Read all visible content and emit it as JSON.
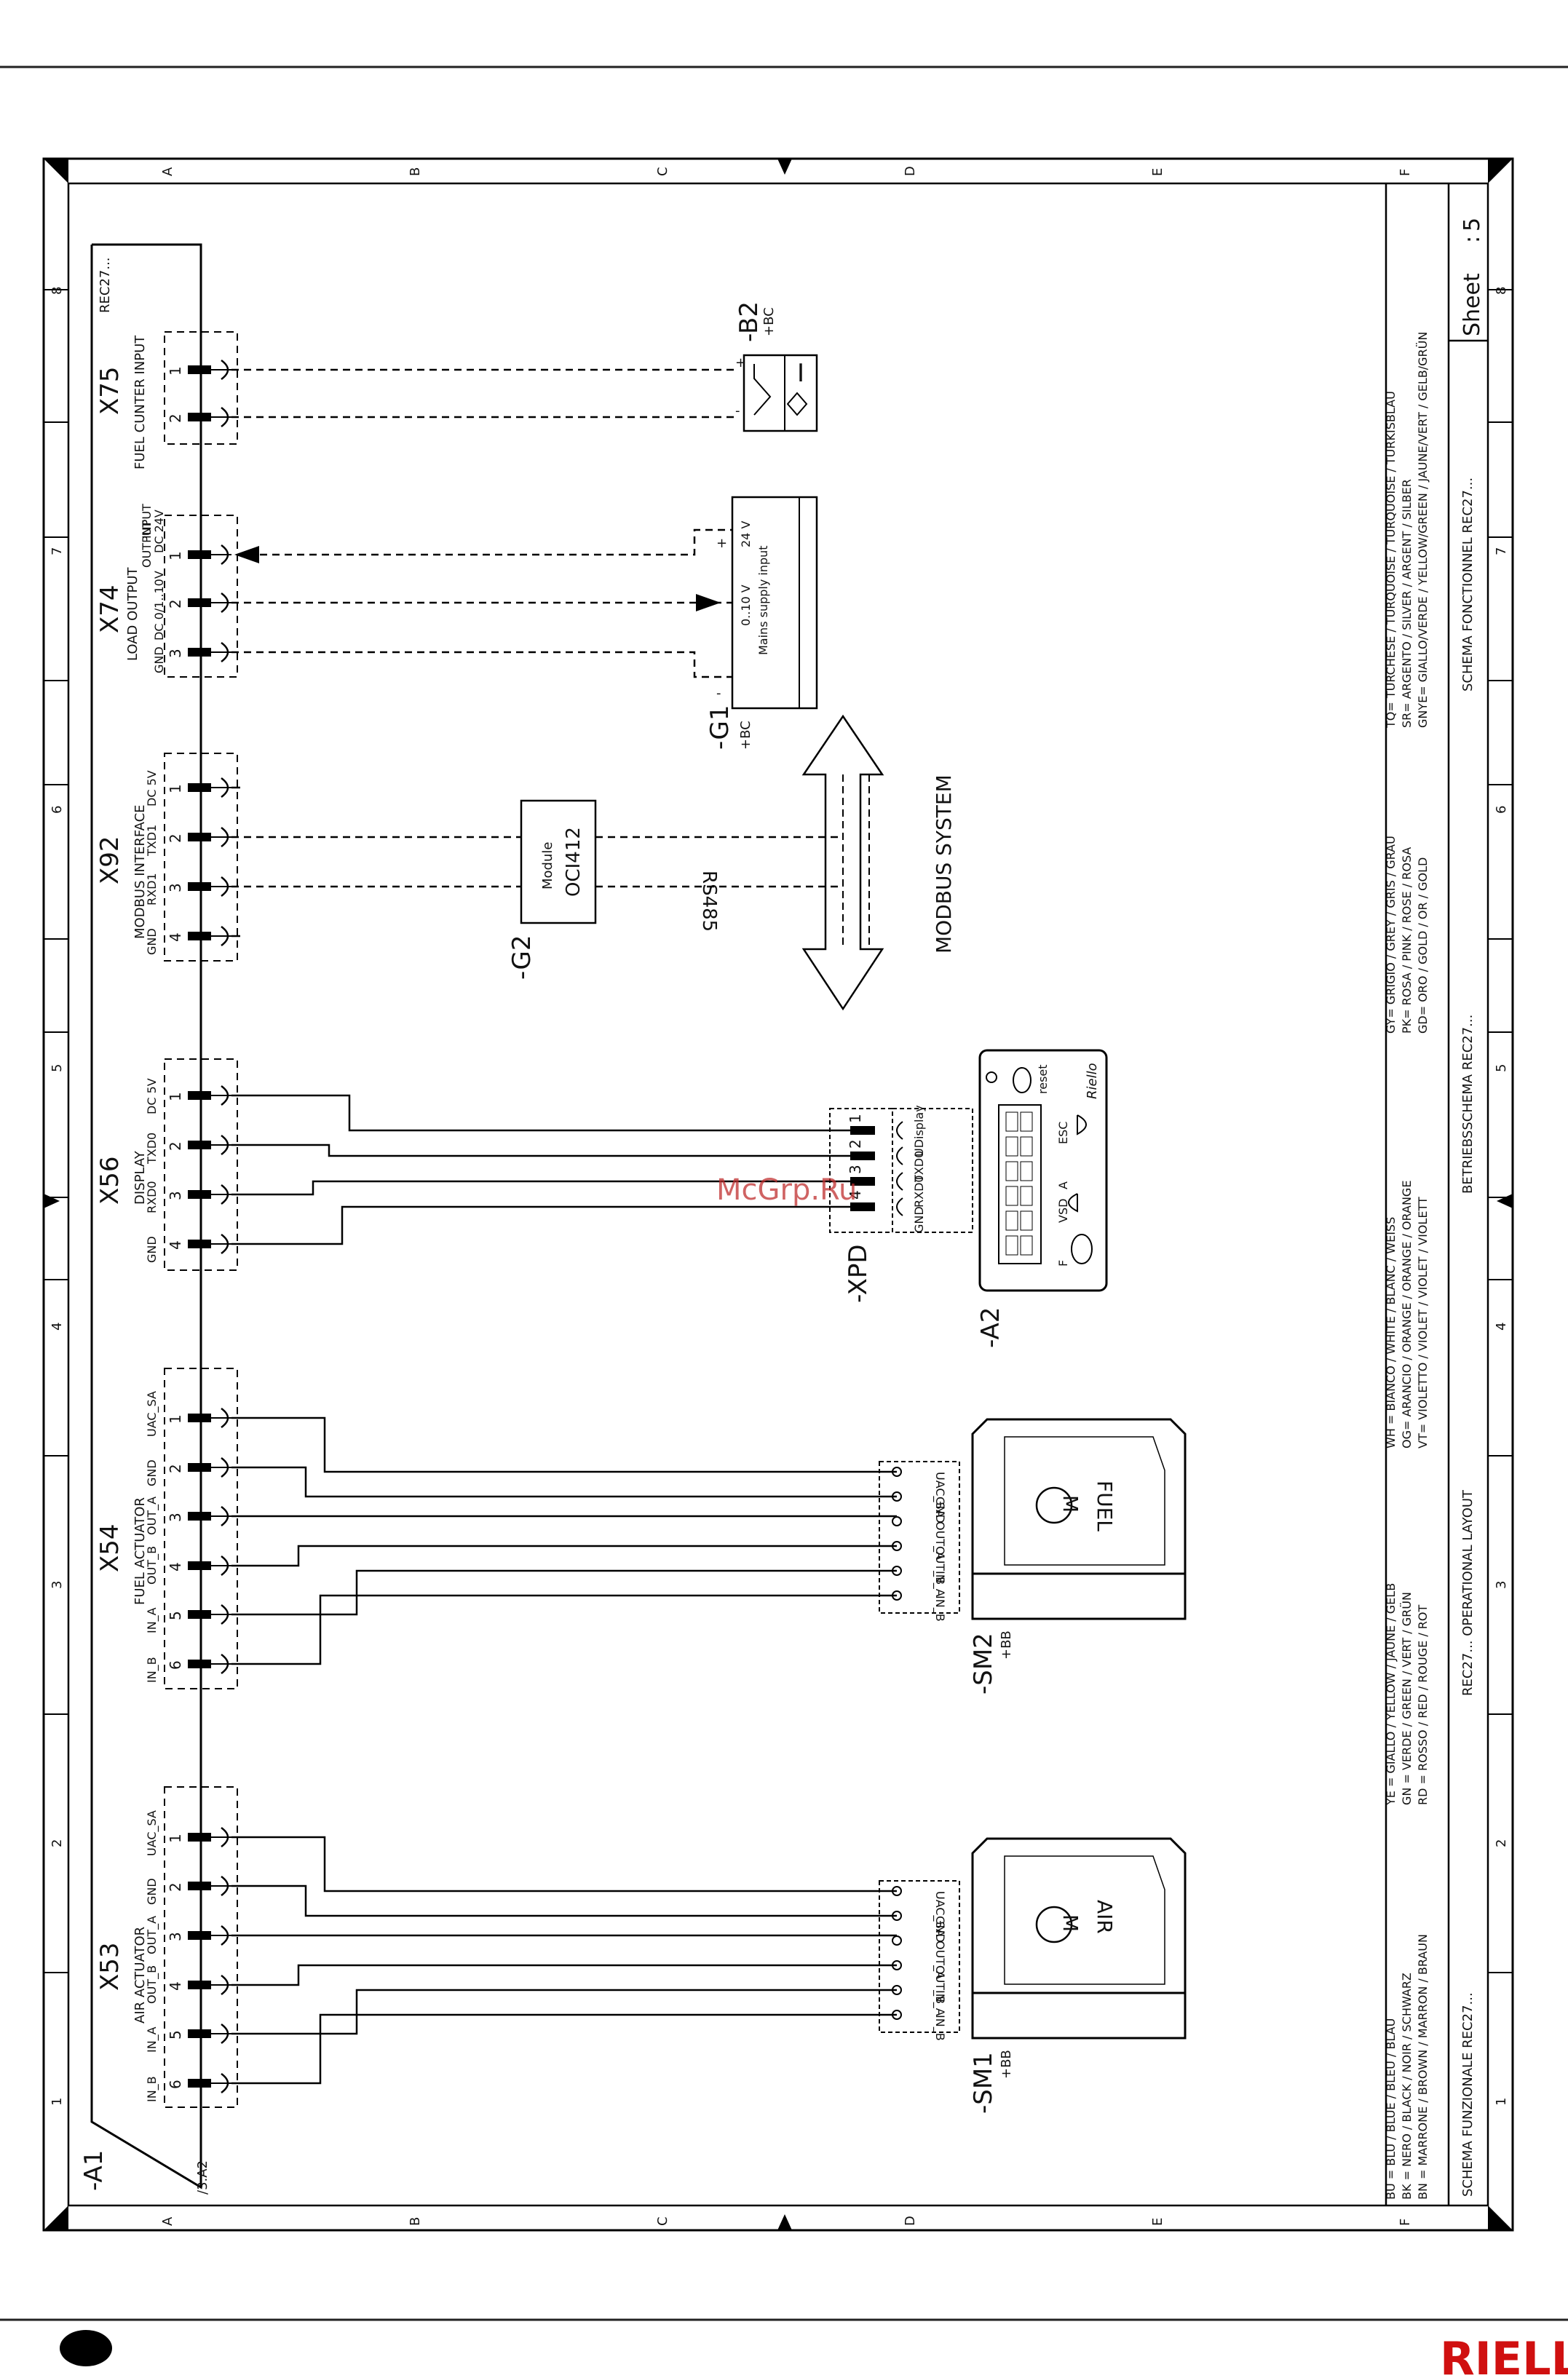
{
  "frame": {
    "columns": [
      "A",
      "B",
      "C",
      "D",
      "E",
      "F"
    ],
    "rows": [
      "1",
      "2",
      "3",
      "4",
      "5",
      "6",
      "7",
      "8"
    ]
  },
  "controller": {
    "ref": "-A1",
    "model": "REC27...",
    "xref": "/3.A2"
  },
  "connectors": {
    "x75": {
      "ref": "X75",
      "name": "FUEL CUNTER INPUT",
      "pins": [
        "1",
        "2"
      ]
    },
    "x74": {
      "ref": "X74",
      "name": "LOAD OUTPUT",
      "sub1": "OUTPUT",
      "sub2": "INPUT",
      "sub3": "DC 0/1..10V",
      "sub4": "DC 24V",
      "gnd": "GND",
      "pins": [
        "1",
        "2",
        "3"
      ]
    },
    "x92": {
      "ref": "X92",
      "name": "MODBUS INTERFACE",
      "signals": [
        "DC 5V",
        "TXD1",
        "RXD1",
        "GND"
      ],
      "pins": [
        "1",
        "2",
        "3",
        "4"
      ]
    },
    "x56": {
      "ref": "X56",
      "name": "DISPLAY",
      "signals": [
        "DC 5V",
        "TXD0",
        "RXD0",
        "GND"
      ],
      "pins": [
        "1",
        "2",
        "3",
        "4"
      ]
    },
    "x54": {
      "ref": "X54",
      "name": "FUEL ACTUATOR",
      "signals": [
        "UAC_SA",
        "GND",
        "OUT_A",
        "OUT_B",
        "IN_A",
        "IN_B"
      ],
      "pins": [
        "1",
        "2",
        "3",
        "4",
        "5",
        "6"
      ]
    },
    "x53": {
      "ref": "X53",
      "name": "AIR ACTUATOR",
      "signals": [
        "UAC_SA",
        "GND",
        "OUT_A",
        "OUT_B",
        "IN_A",
        "IN_B"
      ],
      "pins": [
        "1",
        "2",
        "3",
        "4",
        "5",
        "6"
      ]
    }
  },
  "devices": {
    "b2": {
      "ref": "-B2",
      "loc": "+BC",
      "symbol": "I",
      "plus": "+",
      "minus": "-"
    },
    "g1": {
      "ref": "-G1",
      "loc": "+BC",
      "v24": "24 V",
      "v010": "0..10 V",
      "mains": "Mains supply input",
      "plus": "+",
      "minus": "-"
    },
    "g2": {
      "ref": "-G2",
      "line1": "Module",
      "line2": "OCI412",
      "bus": "RS485"
    },
    "modbus": "MODBUS SYSTEM",
    "xpd": {
      "ref": "-XPD",
      "pins": [
        "1",
        "2",
        "3",
        "4"
      ],
      "signals": [
        "UDisplay",
        "TXD0",
        "RXD0",
        "GND"
      ]
    },
    "a2": {
      "ref": "-A2",
      "brand": "Riello",
      "reset": "reset",
      "esc": "ESC",
      "vsd": "VSD",
      "f": "F",
      "a": "A"
    },
    "sm2": {
      "ref": "-SM2",
      "loc": "+BB",
      "label": "FUEL",
      "motor": "M",
      "pins": [
        "UAC_SA",
        "GND",
        "OUT_A",
        "OUT_B",
        "IN_A",
        "IN_B"
      ]
    },
    "sm1": {
      "ref": "-SM1",
      "loc": "+BB",
      "label": "AIR",
      "motor": "M",
      "pins": [
        "UAC_SA",
        "GND",
        "OUT_A",
        "OUT_B",
        "IN_A",
        "IN_B"
      ]
    }
  },
  "legend": [
    [
      "BU = BLU / BLUE / BLEU / BLAU",
      "BK = NERO / BLACK / NOIR / SCHWARZ",
      "BN = MARRONE / BROWN / MARRON / BRAUN"
    ],
    [
      "YE = GIALLO / YELLOW / JAUNE / GELB",
      "GN = VERDE / GREEN / VERT / GRÜN",
      "RD = ROSSO / RED / ROUGE / ROT"
    ],
    [
      "WH = BIANCO / WHITE / BLANC / WEISS",
      "OG= ARANCIO / ORANGE / ORANGE / ORANGE",
      "VT= VIOLETTO / VIOLET / VIOLET / VIOLETT"
    ],
    [
      "GY= GRIGIO / GREY / GRIS / GRAU",
      "PK= ROSA / PINK / ROSE / ROSA",
      "GD= ORO / GOLD / OR / GOLD"
    ],
    [
      "TQ= TURCHESE / TURQUOISE / TURQUOISE / TURKISBLAU",
      "SR= ARGENTO / SILVER / ARGENT / SILBER",
      "GNYE= GIALLO/VERDE / YELLOW/GREEN / JAUNE/VERT / GELB/GRÜN"
    ]
  ],
  "titles": [
    "SCHEMA FUNZIONALE REC27...",
    "REC27... OPERATIONAL LAYOUT",
    "BETRIEBSSCHEMA REC27...",
    "SCHEMA FONCTIONNEL REC27..."
  ],
  "sheet": {
    "label": "Sheet",
    "sep": ":",
    "number": "5"
  },
  "watermark": "McGrp.Ru",
  "footer_brand": "RIELLO"
}
